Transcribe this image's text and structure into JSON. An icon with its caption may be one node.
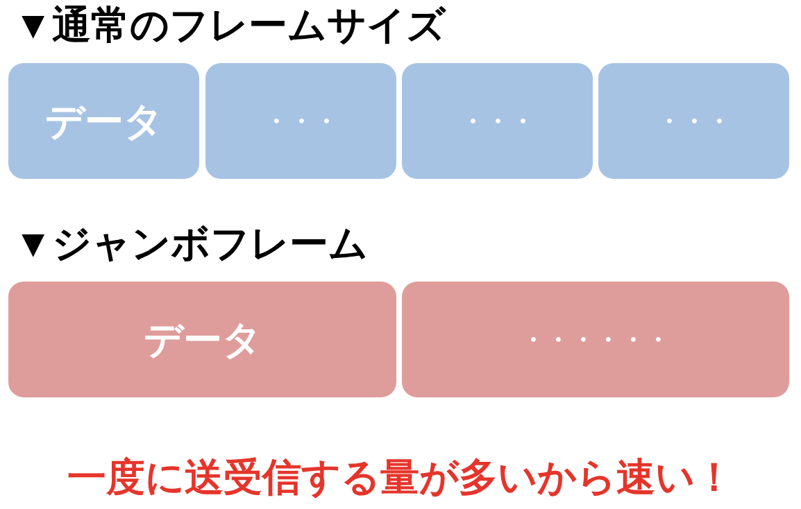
{
  "diagram": {
    "caption": "一度に送受信する量が多いから速い！",
    "nodes": [
      {
        "text": [
          "データ"
        ]
      },
      {
        "text": [
          "・・・"
        ]
      },
      {
        "text": [
          "・・・"
        ]
      },
      {
        "text": [
          "・・・"
        ]
      },
      {
        "text": [
          "データ"
        ]
      },
      {
        "text": [
          "・・・・・・"
        ]
      }
    ],
    "labels": [
      "▼通常のフレームサイズ",
      "▼ジャンボフレーム"
    ]
  }
}
